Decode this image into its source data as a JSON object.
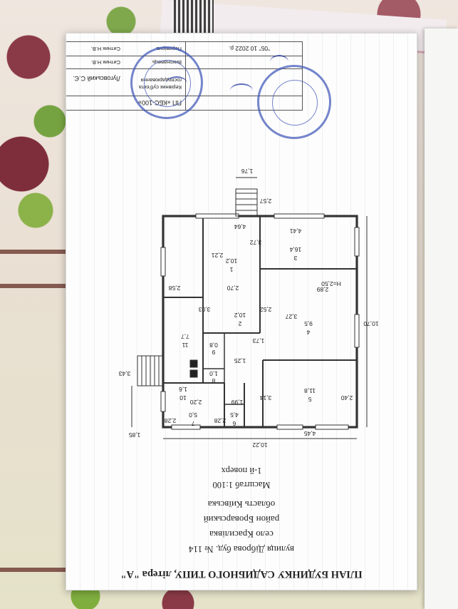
{
  "doc": {
    "title": "ПЛАН БУДИНКУ САДИБНОГО ТИПУ, літера \"А\"",
    "address": [
      "вулиця Діброва буд. № 114",
      "село Красилівка",
      "район Броварський",
      "область Київська"
    ],
    "scale": "Масштаб 1:100",
    "floor": "1-й поверх"
  },
  "stampblock": {
    "firm": "ПП «КБС-100»",
    "role_manager": "Керівник суб'єкта господарювання",
    "manager": "Луговський С.Є.",
    "role_performer": "Виконавець",
    "performer": "Ситник Н.В.",
    "role_checker": "Перевірив",
    "checker": "Ситник Н.В.",
    "date": "\"05\" 10 2022 р."
  },
  "plan": {
    "height": "Н=2,50",
    "overall_width": "10,22",
    "overall_depth": "10,70",
    "dims": {
      "d_1_76": "1,76",
      "d_2_57": "2,57",
      "d_4_64": "4,64",
      "d_2_21": "2,21",
      "d_3_72": "3,72",
      "d_4_41": "4,41",
      "d_2_58": "2,58",
      "d_2_70": "2,70",
      "d_3_03": "3,03",
      "d_2_89": "2,89",
      "d_2_52": "2,52",
      "d_3_27": "3,27",
      "d_1_73": "1,73",
      "d_1_25": "1,25",
      "d_3_43": "3,43",
      "d_2_20": "2,20",
      "d_1_99": "1,99",
      "d_3_14": "3,14",
      "d_2_40": "2,40",
      "d_2_28a": "2,28",
      "d_2_28b": "2,28",
      "d_1_85": "1,85",
      "d_4_45": "4,45"
    },
    "rooms": [
      {
        "num": "1",
        "area": "10,2"
      },
      {
        "num": "2",
        "area": "10,2"
      },
      {
        "num": "3",
        "area": "16,4"
      },
      {
        "num": "4",
        "area": "9,5"
      },
      {
        "num": "5",
        "area": "11,8"
      },
      {
        "num": "6",
        "area": "4,5"
      },
      {
        "num": "7",
        "area": "5,0"
      },
      {
        "num": "8",
        "area": "1,0"
      },
      {
        "num": "9",
        "area": "0,8"
      },
      {
        "num": "10",
        "area": "1,6"
      },
      {
        "num": "11",
        "area": "7,7"
      }
    ]
  },
  "colors": {
    "stamp": "#3f56b8",
    "ink": "#222222",
    "plan_line": "#333333"
  }
}
